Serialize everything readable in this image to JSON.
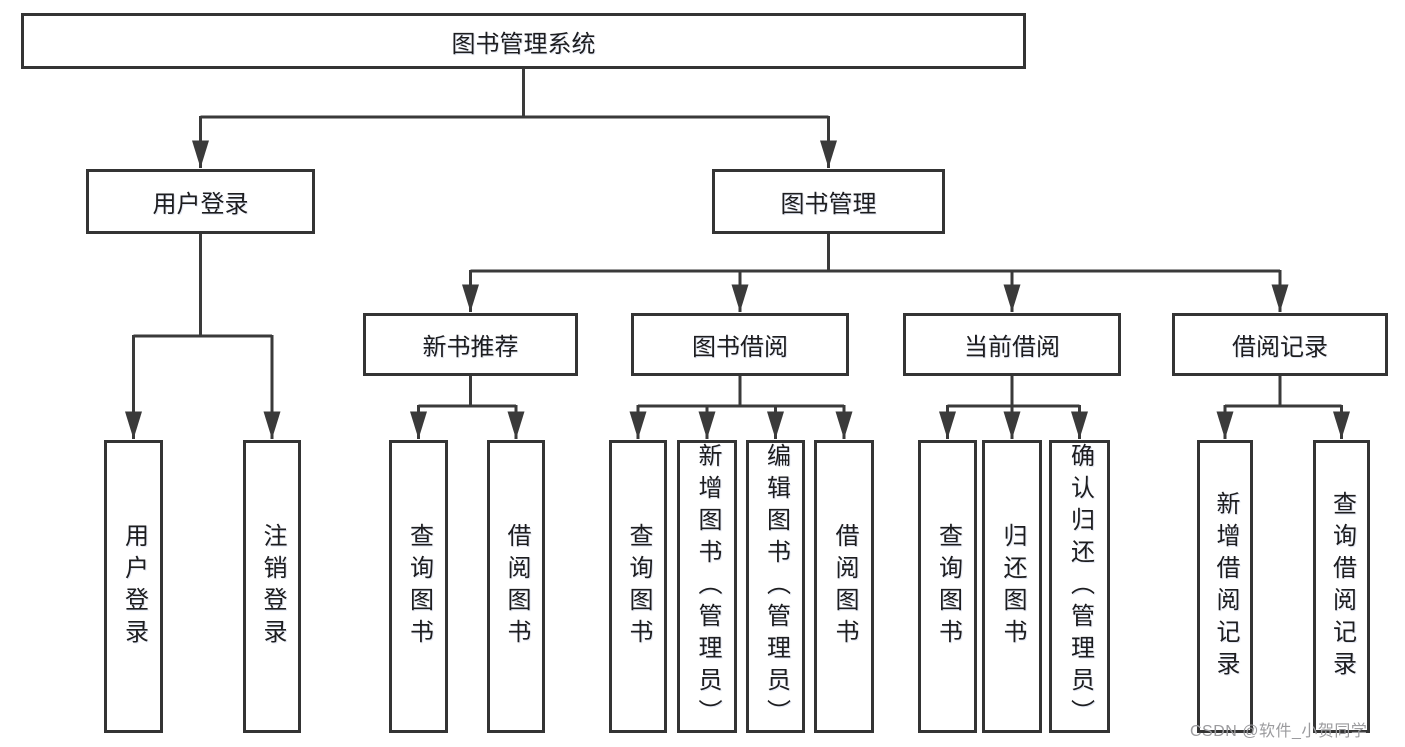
{
  "tree": {
    "root": "图书管理系统",
    "branches": [
      {
        "label": "用户登录",
        "children": [
          "用户登录",
          "注销登录"
        ]
      },
      {
        "label": "图书管理",
        "groups": [
          {
            "label": "新书推荐",
            "children": [
              "查询图书",
              "借阅图书"
            ]
          },
          {
            "label": "图书借阅",
            "children": [
              "查询图书",
              "新增图书（管理员）",
              "编辑图书（管理员）",
              "借阅图书"
            ]
          },
          {
            "label": "当前借阅",
            "children": [
              "查询图书",
              "归还图书",
              "确认归还（管理员）"
            ]
          },
          {
            "label": "借阅记录",
            "children": [
              "新增借阅记录",
              "查询借阅记录"
            ]
          }
        ]
      }
    ]
  },
  "colors": {
    "line": "#3a3a3a",
    "border": "#343434",
    "text": "#1d1d1f",
    "watermark": "#9b9b9e"
  },
  "watermark": "CSDN @软件_小贺同学"
}
